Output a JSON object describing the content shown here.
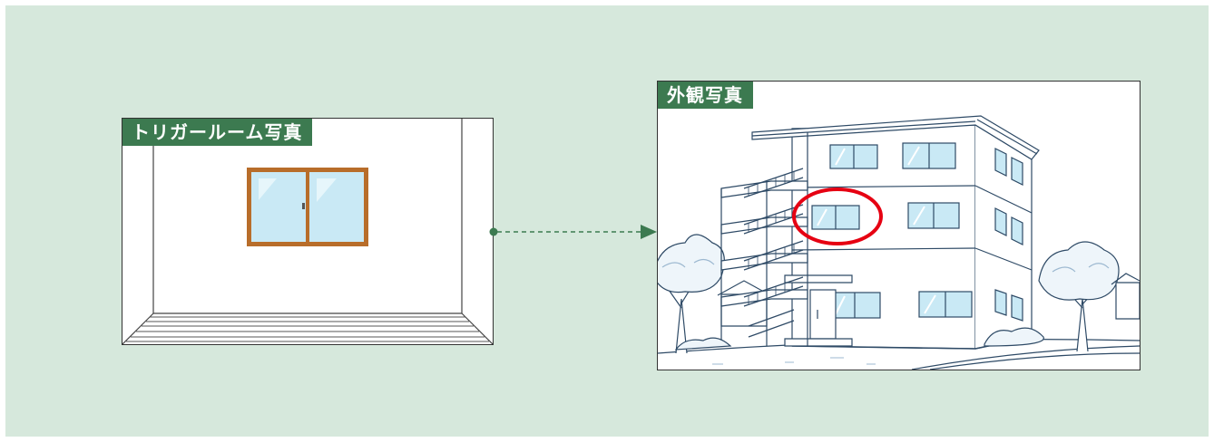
{
  "room_photo": {
    "label": "トリガールーム写真"
  },
  "exterior_photo": {
    "label": "外観写真"
  },
  "colors": {
    "background": "#d6e8dc",
    "label_bg": "#3c7a50",
    "connector": "#3c7a50",
    "window_frame": "#b86d2a",
    "highlight_circle": "#e60012",
    "building_line": "#2e4a66"
  },
  "icons": {
    "connector": "dashed-arrow-icon",
    "highlight": "red-circle-highlight"
  }
}
